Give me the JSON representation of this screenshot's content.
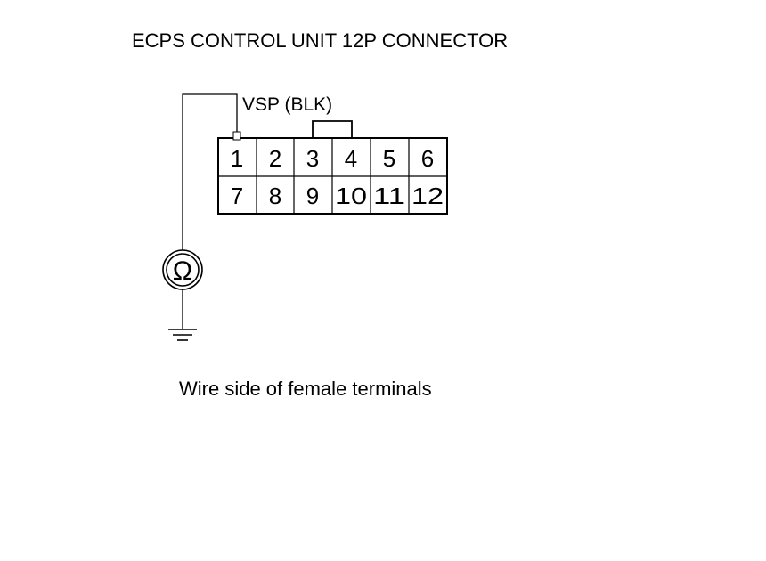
{
  "title": "ECPS CONTROL UNIT 12P CONNECTOR",
  "wire_label": "VSP (BLK)",
  "meter_symbol": "Ω",
  "caption": "Wire side of female terminals",
  "connector": {
    "pins_row1": [
      "1",
      "2",
      "3",
      "4",
      "5",
      "6"
    ],
    "pins_row2": [
      "7",
      "8",
      "9",
      "10",
      "11",
      "12"
    ]
  }
}
